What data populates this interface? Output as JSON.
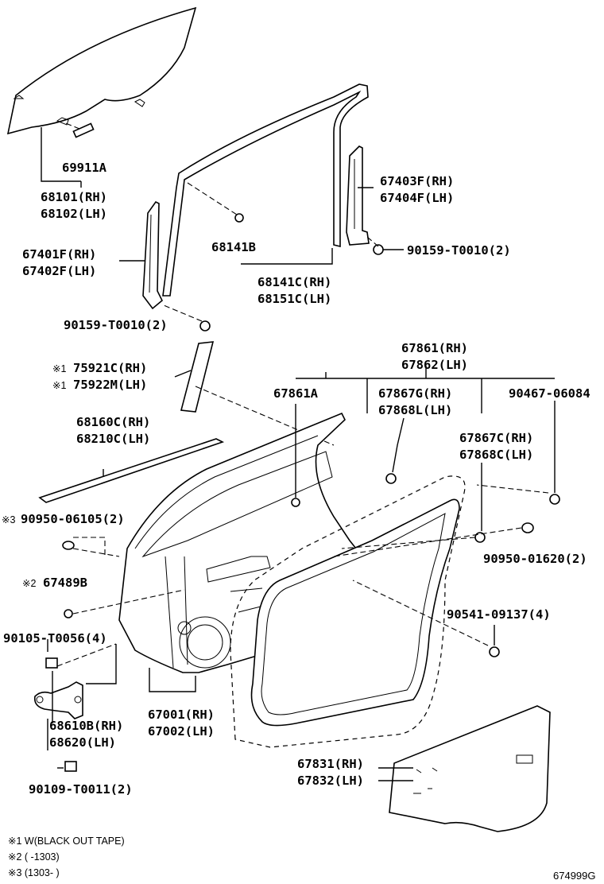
{
  "labels": {
    "p69911a": "69911A",
    "p68101": "68101(RH)",
    "p68102": "68102(LH)",
    "p67403f": "67403F(RH)",
    "p67404f": "67404F(LH)",
    "p90159_right": "90159-T0010(2)",
    "p68141b": "68141B",
    "p67401f": "67401F(RH)",
    "p67402f": "67402F(LH)",
    "p68141c": "68141C(RH)",
    "p68151c": "68151C(LH)",
    "p90159_left": "90159-T0010(2)",
    "p67861": "67861(RH)",
    "p67862": "67862(LH)",
    "p75921c": "75921C(RH)",
    "p75922m": "75922M(LH)",
    "p67861a": "67861A",
    "p67867g": "67867G(RH)",
    "p67868l": "67868L(LH)",
    "p90467": "90467-06084",
    "p68160c": "68160C(RH)",
    "p68210c": "68210C(LH)",
    "p67867c": "67867C(RH)",
    "p67868c": "67868C(LH)",
    "p90950_06105": "90950-06105(2)",
    "p90950_01620": "90950-01620(2)",
    "p67489b": "67489B",
    "p90541": "90541-09137(4)",
    "p90105": "90105-T0056(4)",
    "p67001": "67001(RH)",
    "p67002": "67002(LH)",
    "p68610b": "68610B(RH)",
    "p68620": "68620(LH)",
    "p67831": "67831(RH)",
    "p67832": "67832(LH)",
    "p90109": "90109-T0011(2)"
  },
  "marks": {
    "m1": "※1",
    "m2": "※2",
    "m3": "※3"
  },
  "footnotes": {
    "n1": "※1 W(BLACK OUT TAPE)",
    "n2": "※2 (      -1303)",
    "n3": "※3 (1303-      )"
  },
  "diagram_code": "674999G"
}
